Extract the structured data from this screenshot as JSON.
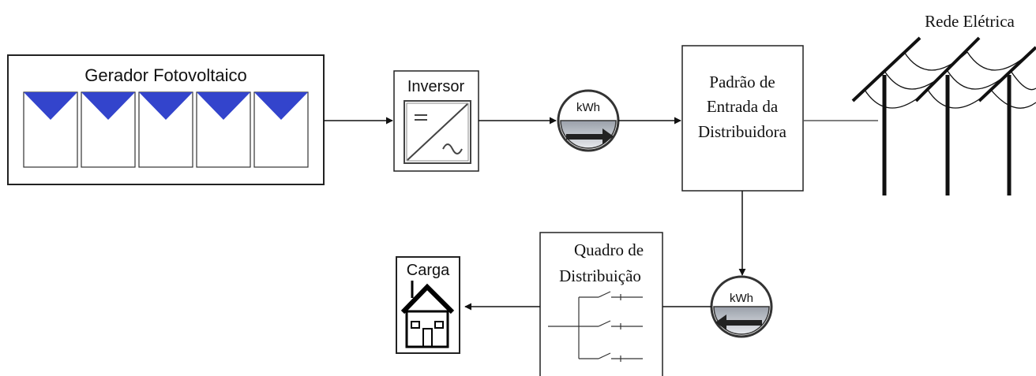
{
  "grid_title": "Rede Elétrica",
  "pv_generator": {
    "label": "Gerador Fotovoltaico",
    "module_count": 5,
    "module_color": "#3344cc"
  },
  "inverter": {
    "label": "Inversor"
  },
  "meter_generation": {
    "label": "kWh",
    "direction": "right"
  },
  "meter_consumption": {
    "label": "kWh",
    "direction": "left"
  },
  "distributor_entry": {
    "line1": "Padrão de",
    "line2": "Entrada da",
    "line3": "Distribuidora"
  },
  "distribution_board": {
    "line1": "Quadro de",
    "line2": "Distribuição"
  },
  "load": {
    "label": "Carga"
  },
  "colors": {
    "line": "#111111",
    "panel": "#3344cc",
    "meter_dark": "#555a66"
  }
}
